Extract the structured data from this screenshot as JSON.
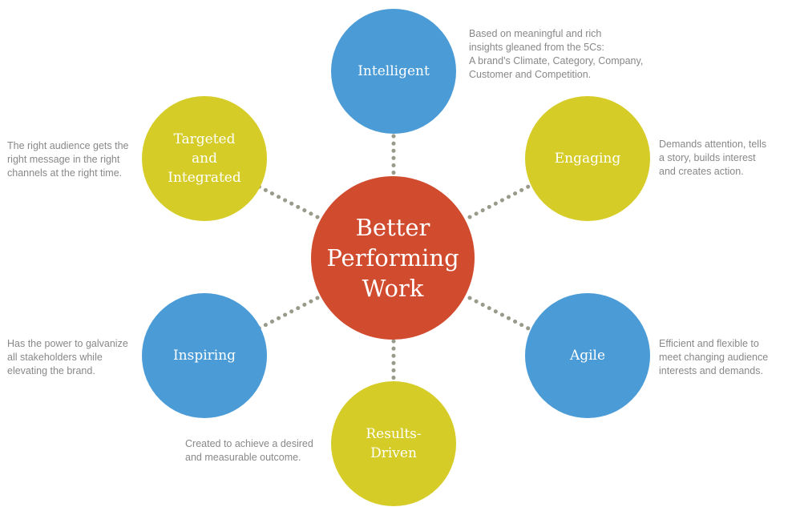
{
  "center": {
    "lines": [
      "Better",
      "Performing",
      "Work"
    ]
  },
  "nodes": [
    {
      "id": "intelligent",
      "lines": [
        "Intelligent"
      ],
      "color": "#4a9bd6",
      "desc": [
        "Based on meaningful and rich",
        "insights gleaned from the 5Cs:",
        "A brand's Climate, Category, Company,",
        "Customer and Competition."
      ]
    },
    {
      "id": "engaging",
      "lines": [
        "Engaging"
      ],
      "color": "#d6cc27",
      "desc": [
        "Demands attention, tells",
        "a story, builds interest",
        "and creates action."
      ]
    },
    {
      "id": "agile",
      "lines": [
        "Agile"
      ],
      "color": "#4a9bd6",
      "desc": [
        "Efficient and flexible to",
        "meet changing audience",
        "interests and demands."
      ]
    },
    {
      "id": "results-driven",
      "lines": [
        "Results-",
        "Driven"
      ],
      "color": "#d6cc27",
      "desc": [
        "Created to achieve a desired",
        "and measurable outcome."
      ]
    },
    {
      "id": "inspiring",
      "lines": [
        "Inspiring"
      ],
      "color": "#4a9bd6",
      "desc": [
        "Has the power to galvanize",
        "all stakeholders while",
        "elevating the brand."
      ]
    },
    {
      "id": "targeted-integrated",
      "lines": [
        "Targeted",
        "and",
        "Integrated"
      ],
      "color": "#d6cc27",
      "desc": [
        "The right audience gets the",
        "right message in the right",
        "channels at the right time."
      ]
    }
  ],
  "colors": {
    "center": "#d14b2f",
    "connector": "#9a9a8a",
    "description_text": "#888888"
  }
}
